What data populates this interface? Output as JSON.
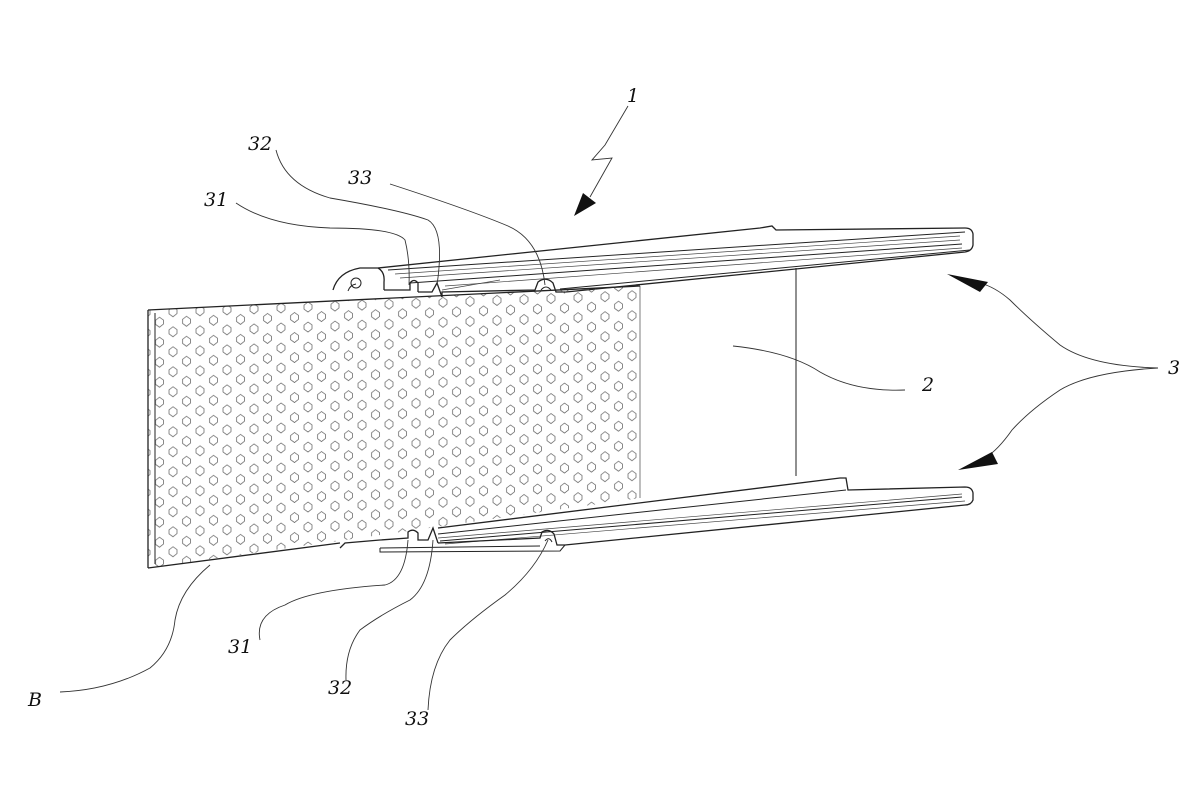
{
  "labels": {
    "assembly": "1",
    "panel": "2",
    "rails": "3",
    "top_31": "31",
    "top_32": "32",
    "top_33": "33",
    "bot_31": "31",
    "bot_32": "32",
    "bot_33": "33",
    "sheet": "B"
  }
}
